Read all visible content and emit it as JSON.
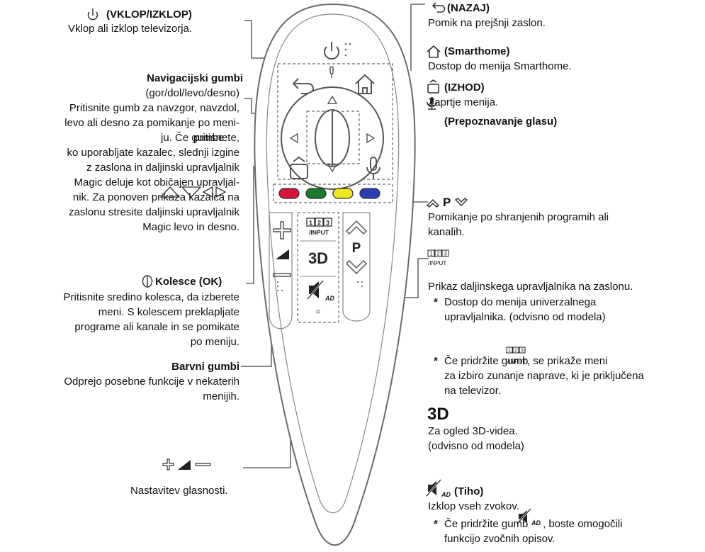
{
  "left": {
    "power": {
      "title": "(VKLOP/IZKLOP)",
      "desc": "Vklop ali izklop televizorja."
    },
    "nav": {
      "title": "Navigacijski gumbi",
      "sub": "(gor/dol/levo/desno)",
      "l1": "Pritisnite gumb za navzgor, navzdol,",
      "l2": "levo ali desno za pomikanje po meni-",
      "l3a": "ju. Če gumbe",
      "l3b": "pritisnete,",
      "l4": "ko uporabljate kazalec, slednji izgine",
      "l5": "z zaslona in daljinski upravljalnik",
      "l6": "Magic deluje kot običajen upravljal-",
      "l7": "nik. Za ponoven prikaza kazalca na",
      "l8": "zaslonu stresite daljinski upravljalnik",
      "l9": "Magic levo in desno."
    },
    "wheel": {
      "title": "Kolesce (OK)",
      "l1": "Pritisnite sredino kolesca, da izberete",
      "l2": "meni. S kolescem preklapljate",
      "l3": "programe ali kanale in se pomikate",
      "l4": "po meniju."
    },
    "color": {
      "title": "Barvni gumbi",
      "l1": "Odprejo posebne funkcije v nekaterih",
      "l2": "menijih."
    },
    "volume": {
      "desc": "Nastavitev glasnosti."
    }
  },
  "right": {
    "back": {
      "title": "(NAZAJ)",
      "desc": "Pomik na prejšnji zaslon."
    },
    "home": {
      "title": "(Smarthome)",
      "desc": "Dostop do menija Smarthome."
    },
    "exit": {
      "title": "(IZHOD)",
      "desc": "Zaprtje menija."
    },
    "voice": {
      "title": "(Prepoznavanje glasu)"
    },
    "program": {
      "p": "P",
      "l1": "Pomikanje po shranjenih programih ali",
      "l2": "kanalih."
    },
    "input": {
      "digits": "123",
      "slash": "/INPUT",
      "desc": "Prikaz daljinskega upravljalnika na zaslonu.",
      "b1l1": "Dostop do menija univerzalnega",
      "b1l2": "upravljalnika. (odvisno od modela)",
      "b2a": "Če pridržite gumb",
      "b2b": ", se prikaže meni",
      "b2l2": "za izbiro zunanje naprave, ki je priključena",
      "b2l3": "na televizor."
    },
    "td": {
      "label": "3D",
      "l1": "Za ogled 3D-videa.",
      "l2": "(odvisno od modela)"
    },
    "mute": {
      "title": "(Tiho)",
      "desc": "Izklop vseh zvokov.",
      "b1a": "Če pridržite gumb",
      "b1b": ", boste omogočili",
      "b1l2": "funkcijo zvočnih opisov."
    },
    "star": "*"
  },
  "remote": {
    "input_label": "/INPUT",
    "p_label": "P",
    "td_label": "3D",
    "ad_label": "AD"
  },
  "colors": {
    "red": "#d4143a",
    "green": "#1b7a2e",
    "yellow": "#f0e81e",
    "blue": "#2d3fb0"
  }
}
